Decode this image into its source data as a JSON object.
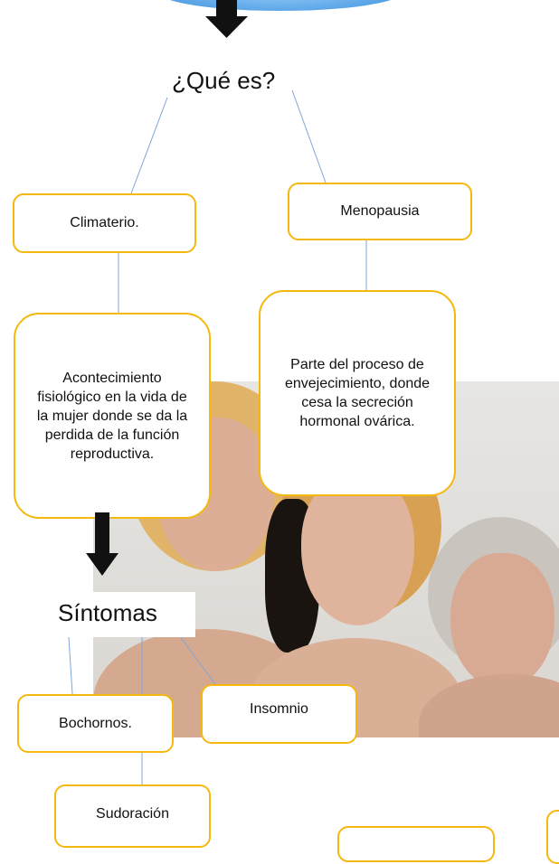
{
  "question": "¿Qué es?",
  "climaterio": {
    "label": "Climaterio."
  },
  "menopausia": {
    "label": "Menopausia"
  },
  "climaterio_def": {
    "text": "Acontecimiento fisiológico en la vida de la mujer donde se da la perdida de la función reproductiva."
  },
  "menopausia_def": {
    "text": "Parte del proceso de envejecimiento, donde cesa la secreción hormonal ovárica."
  },
  "sintomas": {
    "label": "Síntomas"
  },
  "symptoms": [
    "Bochornos.",
    "Insomnio",
    "Sudoración"
  ],
  "colors": {
    "box_border": "#f5b80e",
    "line": "#7ea6d8",
    "arrow": "#111111",
    "banner": "#5aa7e8"
  }
}
